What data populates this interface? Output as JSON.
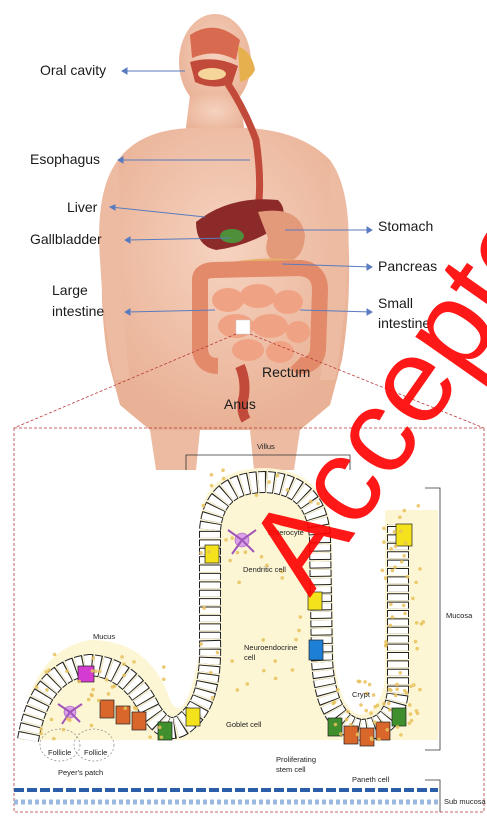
{
  "anatomy_labels": {
    "oral_cavity": "Oral cavity",
    "esophagus": "Esophagus",
    "liver": "Liver",
    "gallbladder": "Gallbladder",
    "stomach": "Stomach",
    "pancreas": "Pancreas",
    "large_intestine_1": "Large",
    "large_intestine_2": "intestine",
    "small_intestine_1": "Small",
    "small_intestine_2": "intestine",
    "rectum": "Rectum",
    "anus": "Anus"
  },
  "detail_labels": {
    "villus": "Villus",
    "enterocyte": "Enterocyte",
    "dendritic_cell": "Dendritic cell",
    "mucus": "Mucus",
    "mucosa": "Mucosa",
    "neuroendocrine_1": "Neuroendocrine",
    "neuroendocrine_2": "cell",
    "crypt": "Crypt",
    "goblet_cell": "Goblet cell",
    "follicle_a": "Follicle",
    "follicle_b": "Follicle",
    "peyers_patch": "Peyer's patch",
    "proliferating_1": "Proliferating",
    "proliferating_2": "stem cell",
    "paneth_cell": "Paneth cell",
    "sub_mucosa": "Sub mucosa"
  },
  "watermark_text": "Accepted",
  "colors": {
    "watermark": "#ff0000",
    "skin": "#f3c7b0",
    "mucus_dots": "#e8c15a",
    "paneth": "#d9662a",
    "goblet": "#f3e21c",
    "stem": "#3f8f2e",
    "neuroendocrine": "#1e7fd6",
    "follicle": "#d43bd1",
    "arrow": "#5a7bbf"
  }
}
